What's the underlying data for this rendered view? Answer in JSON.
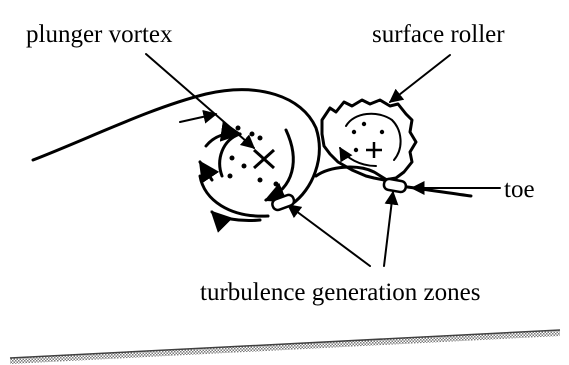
{
  "labels": {
    "plunger_vortex": "plunger vortex",
    "surface_roller": "surface roller",
    "toe": "toe",
    "turbulence_zones": "turbulence generation zones"
  },
  "colors": {
    "ink": "#000000",
    "background": "#ffffff",
    "seabed": "#9a9a9a"
  }
}
